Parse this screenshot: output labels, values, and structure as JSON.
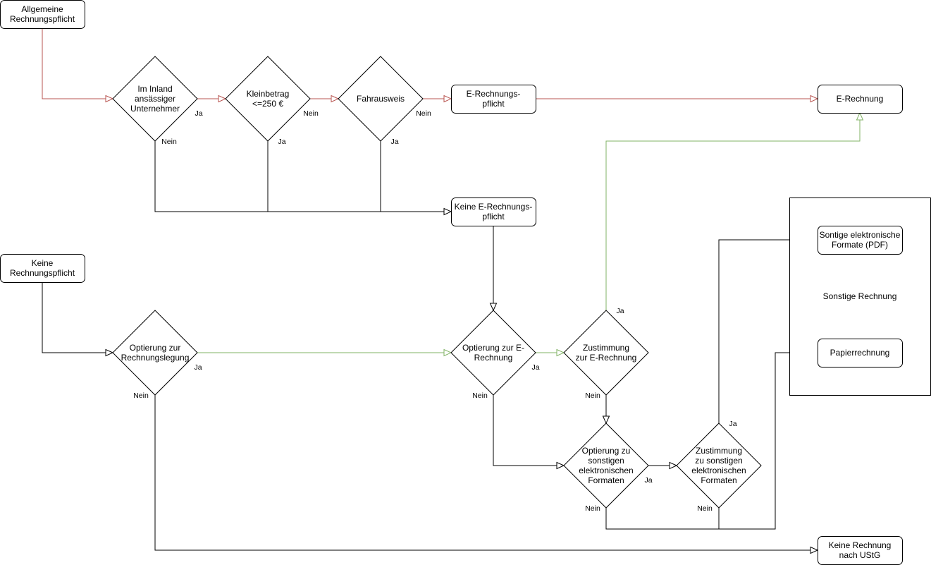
{
  "colors": {
    "black": "#000000",
    "red": "#b85450",
    "green": "#82b366"
  },
  "nodes": [
    {
      "id": "allg",
      "lines": [
        "Allgemeine",
        "Rechnungspflicht"
      ]
    },
    {
      "id": "inland",
      "lines": [
        "Im Inland",
        "ansässiger",
        "Unternehmer"
      ]
    },
    {
      "id": "klein",
      "lines": [
        "Kleinbetrag",
        "<=250 €"
      ]
    },
    {
      "id": "fahr",
      "lines": [
        "Fahrausweis"
      ]
    },
    {
      "id": "epflicht",
      "lines": [
        "E-Rechnungs-",
        "pflicht"
      ]
    },
    {
      "id": "erech",
      "lines": [
        "E-Rechnung"
      ]
    },
    {
      "id": "keine_e",
      "lines": [
        "Keine E-Rechnungs-",
        "pflicht"
      ]
    },
    {
      "id": "sonstige_group",
      "lines": [
        "Sonstige Rechnung"
      ]
    },
    {
      "id": "pdf",
      "lines": [
        "Sontige elektronische",
        "Formate (PDF)"
      ]
    },
    {
      "id": "papier",
      "lines": [
        "Papierrechnung"
      ]
    },
    {
      "id": "keine_rp",
      "lines": [
        "Keine",
        "Rechnungspflicht"
      ]
    },
    {
      "id": "opt_rl",
      "lines": [
        "Optierung zur",
        "Rechnungslegung"
      ]
    },
    {
      "id": "opt_e",
      "lines": [
        "Optierung zur E-",
        "Rechnung"
      ]
    },
    {
      "id": "zust_e",
      "lines": [
        "Zustimmung",
        "zur E-Rechnung"
      ]
    },
    {
      "id": "opt_sonst",
      "lines": [
        "Optierung zu",
        "sonstigen",
        "elektronischen",
        "Formaten"
      ]
    },
    {
      "id": "zust_sonst",
      "lines": [
        "Zustimmung",
        "zu sonstigen",
        "elektronischen",
        "Formaten"
      ]
    },
    {
      "id": "keine_r",
      "lines": [
        "Keine Rechnung",
        "nach UStG"
      ]
    }
  ],
  "edge_labels": [
    {
      "id": "inland_ja",
      "text": "Ja"
    },
    {
      "id": "inland_nein",
      "text": "Nein"
    },
    {
      "id": "klein_nein",
      "text": "Nein"
    },
    {
      "id": "klein_ja",
      "text": "Ja"
    },
    {
      "id": "fahr_nein",
      "text": "Nein"
    },
    {
      "id": "fahr_ja",
      "text": "Ja"
    },
    {
      "id": "opt_rl_ja",
      "text": "Ja"
    },
    {
      "id": "opt_rl_nein",
      "text": "Nein"
    },
    {
      "id": "opt_e_ja",
      "text": "Ja"
    },
    {
      "id": "opt_e_nein",
      "text": "Nein"
    },
    {
      "id": "zust_e_ja",
      "text": "Ja"
    },
    {
      "id": "zust_e_nein",
      "text": "Nein"
    },
    {
      "id": "opt_sonst_ja",
      "text": "Ja"
    },
    {
      "id": "opt_sonst_nein",
      "text": "Nein"
    },
    {
      "id": "zust_sonst_ja",
      "text": "Ja"
    },
    {
      "id": "zust_sonst_nein",
      "text": "Nein"
    }
  ],
  "edges": [
    {
      "id": "allg-inland",
      "color": "red"
    },
    {
      "id": "inland-klein",
      "color": "red"
    },
    {
      "id": "klein-fahr",
      "color": "red"
    },
    {
      "id": "fahr-epflicht",
      "color": "red"
    },
    {
      "id": "epflicht-erech",
      "color": "red"
    },
    {
      "id": "inland-keine_e",
      "color": "black"
    },
    {
      "id": "klein-keine_e",
      "color": "black"
    },
    {
      "id": "fahr-keine_e",
      "color": "black"
    },
    {
      "id": "keine_e-opt_e",
      "color": "black"
    },
    {
      "id": "keine_rp-opt_rl",
      "color": "black"
    },
    {
      "id": "opt_rl-opt_e",
      "color": "green"
    },
    {
      "id": "opt_e-zust_e",
      "color": "green"
    },
    {
      "id": "zust_e-erech",
      "color": "green"
    },
    {
      "id": "zust_e-opt_sonst",
      "color": "black"
    },
    {
      "id": "opt_e-opt_sonst",
      "color": "black"
    },
    {
      "id": "opt_sonst-zust_sonst",
      "color": "black"
    },
    {
      "id": "zust_sonst-pdf",
      "color": "black"
    },
    {
      "id": "opt_sonst-papier",
      "color": "black"
    },
    {
      "id": "zust_sonst-papier",
      "color": "black"
    },
    {
      "id": "opt_rl-keine_r",
      "color": "black"
    }
  ]
}
